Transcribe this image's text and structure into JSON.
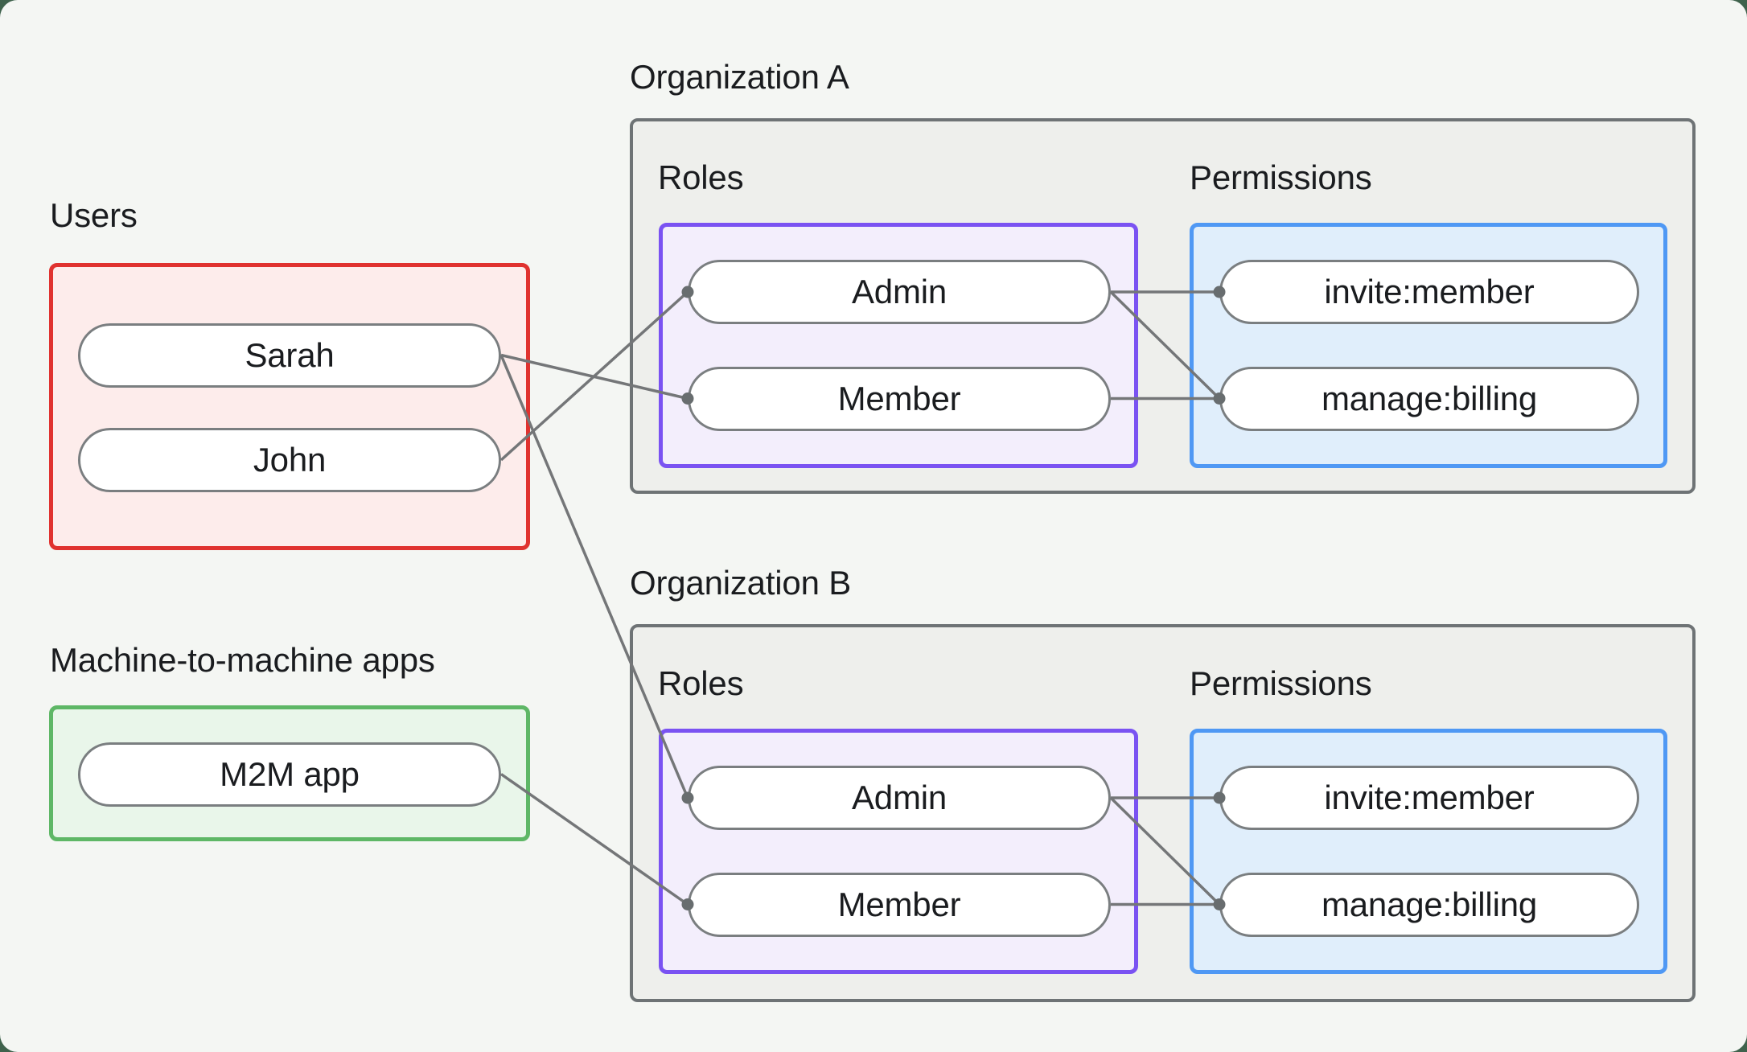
{
  "labels": {
    "users": "Users",
    "m2m": "Machine-to-machine apps",
    "org_a": "Organization A",
    "org_b": "Organization B",
    "roles_a": "Roles",
    "permissions_a": "Permissions",
    "roles_b": "Roles",
    "permissions_b": "Permissions"
  },
  "nodes": {
    "sarah": "Sarah",
    "john": "John",
    "m2m_app": "M2M app",
    "orgA_admin": "Admin",
    "orgA_member": "Member",
    "orgA_invite": "invite:member",
    "orgA_billing": "manage:billing",
    "orgB_admin": "Admin",
    "orgB_member": "Member",
    "orgB_invite": "invite:member",
    "orgB_billing": "manage:billing"
  },
  "edges": [
    {
      "from": "sarah",
      "to": "orgA_member"
    },
    {
      "from": "john",
      "to": "orgA_admin"
    },
    {
      "from": "sarah",
      "to": "orgB_admin"
    },
    {
      "from": "m2m_app",
      "to": "orgB_member"
    },
    {
      "from": "orgA_admin",
      "to": "orgA_invite"
    },
    {
      "from": "orgA_admin",
      "to": "orgA_billing"
    },
    {
      "from": "orgA_member",
      "to": "orgA_billing"
    },
    {
      "from": "orgB_admin",
      "to": "orgB_invite"
    },
    {
      "from": "orgB_admin",
      "to": "orgB_billing"
    },
    {
      "from": "orgB_member",
      "to": "orgB_billing"
    }
  ],
  "colors": {
    "outside": "#3f624c",
    "canvas": "#f4f6f3",
    "text": "#1a1c1f",
    "gray_box_fill": "#eeefec",
    "gray_box_border": "#6e7375",
    "red_border": "#e0322f",
    "red_fill": "#fdeceb",
    "green_border": "#5eb766",
    "green_fill": "#e9f6ea",
    "purple_border": "#7a52f2",
    "purple_fill": "#f3eefc",
    "blue_border": "#4f98f4",
    "blue_fill": "#e0eefb",
    "pill_border": "#7a7e80",
    "pill_fill": "#ffffff",
    "line": "#747678",
    "dot": "#686d6f"
  }
}
